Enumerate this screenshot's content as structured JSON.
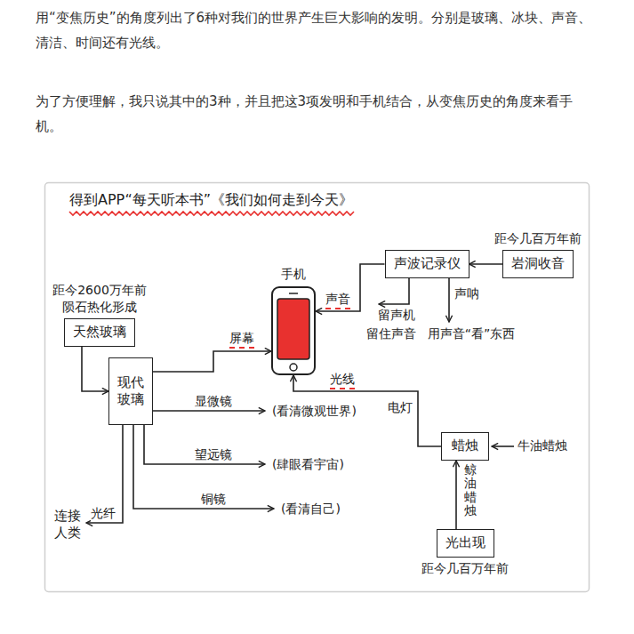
{
  "diagram": {
    "title": "得到APP“每天听本书”《我们如何走到今天》",
    "nodes": [
      {
        "text": [
          "距今2600万年前 陨石热化形成",
          "天然玻璃"
        ]
      },
      {
        "text": [
          "现代玻璃"
        ]
      },
      {
        "text": [
          "手机"
        ]
      },
      {
        "text": [
          "声波记录仪"
        ]
      },
      {
        "text": [
          "距今几百万年前",
          "岩洞收音"
        ]
      },
      {
        "text": [
          "蜡烛"
        ]
      },
      {
        "text": [
          "光出现",
          "距今几百万年前"
        ]
      }
    ],
    "edges": [
      {
        "from": 0,
        "to": 1,
        "arrow": "to"
      },
      {
        "from": 1,
        "to": 2,
        "label": "屏幕",
        "arrow": "to"
      },
      {
        "from": 3,
        "to": 2,
        "label": "声音",
        "arrow": "to"
      },
      {
        "from": 4,
        "to": 3,
        "arrow": "to"
      },
      {
        "from": 5,
        "to": 2,
        "label": "光线",
        "arrow": "to"
      },
      {
        "from": 6,
        "to": 5,
        "label": "鲸油蜡烛",
        "arrow": "to"
      }
    ],
    "labels": [
      "用“变焦历史”的角度列出了6种对我们的世界产生巨大影响的发明。分别是玻璃、冰块、声音、清洁、时间还有光线。",
      "为了方便理解，我只说其中的3种，并且把这3项发明和手机结合，从变焦历史的角度来看手机。",
      "显微镜",
      "(看清微观世界)",
      "望远镜",
      "(肆眼看宇宙)",
      "铜镜",
      "(看清自己)",
      "光纤",
      "连接人类",
      "留声机",
      "留住声音",
      "声呐",
      "用声音“看”东西",
      "电灯",
      "牛油蜡烛"
    ]
  }
}
